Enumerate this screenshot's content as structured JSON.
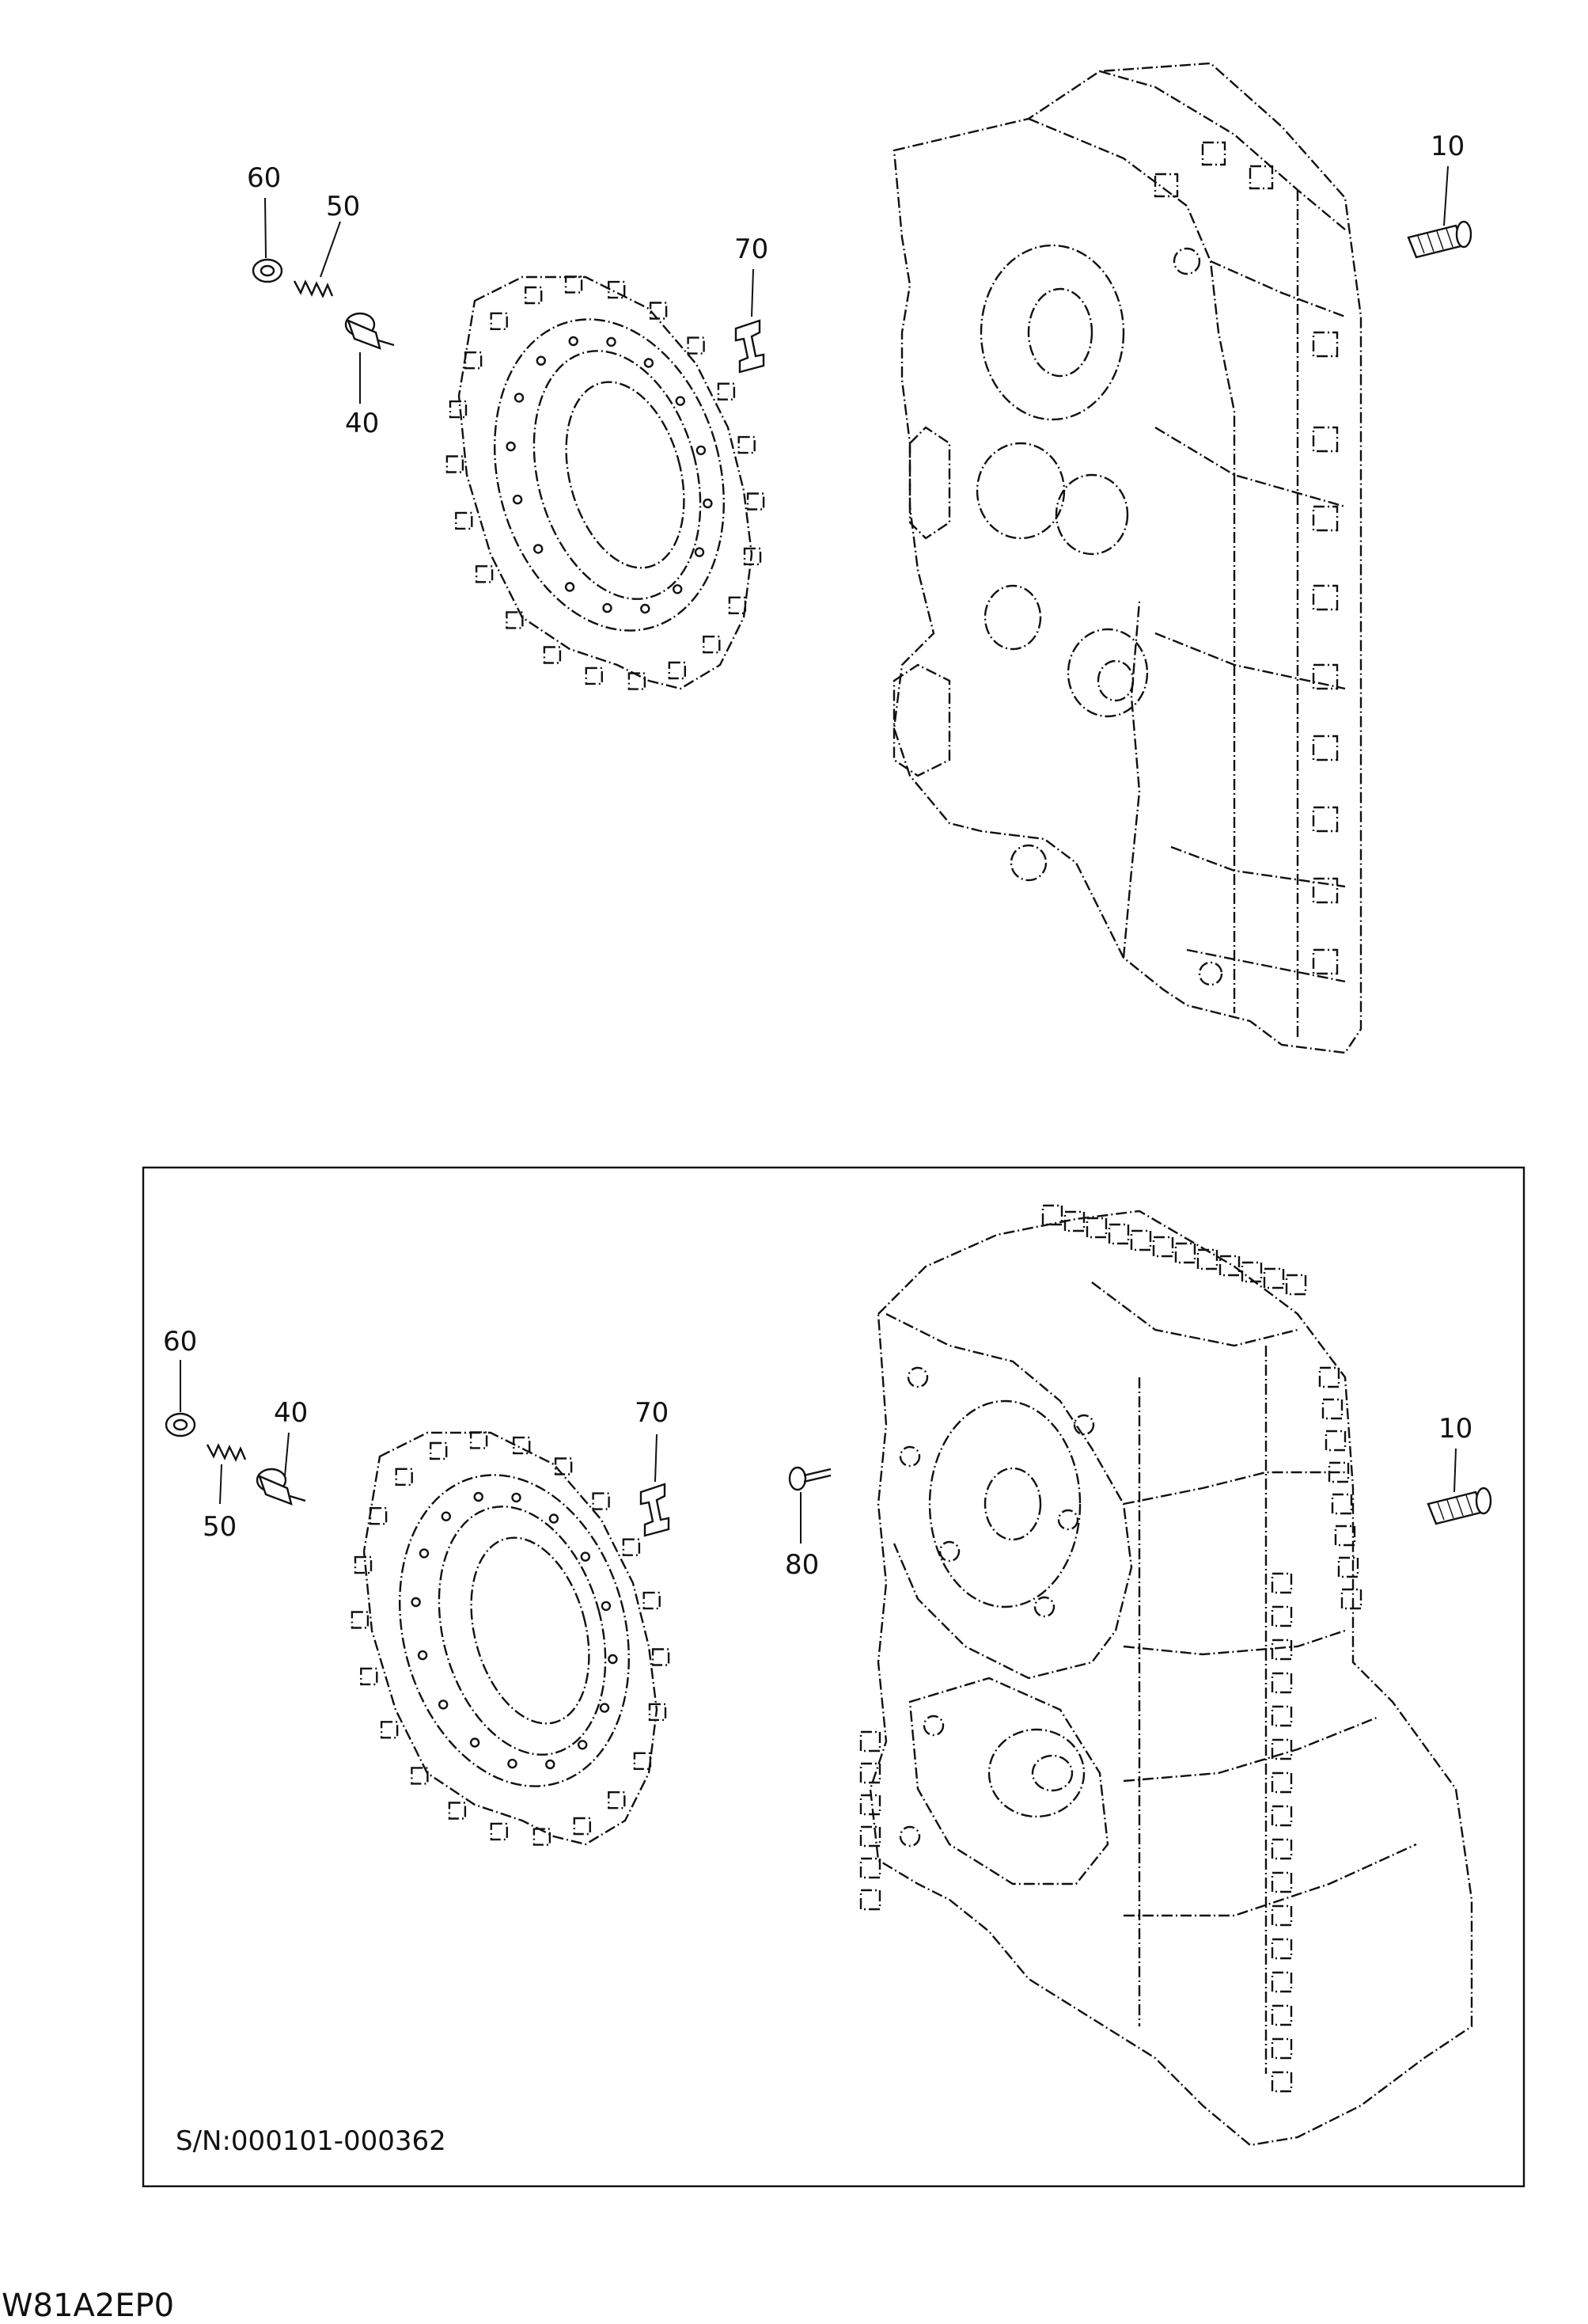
{
  "document_code": "W81A2EP0",
  "upper_view": {
    "callouts": [
      "10",
      "40",
      "50",
      "60",
      "70"
    ]
  },
  "lower_view": {
    "callouts": [
      "10",
      "40",
      "50",
      "60",
      "70",
      "80"
    ],
    "serial_range": "S/N:000101-000362"
  }
}
